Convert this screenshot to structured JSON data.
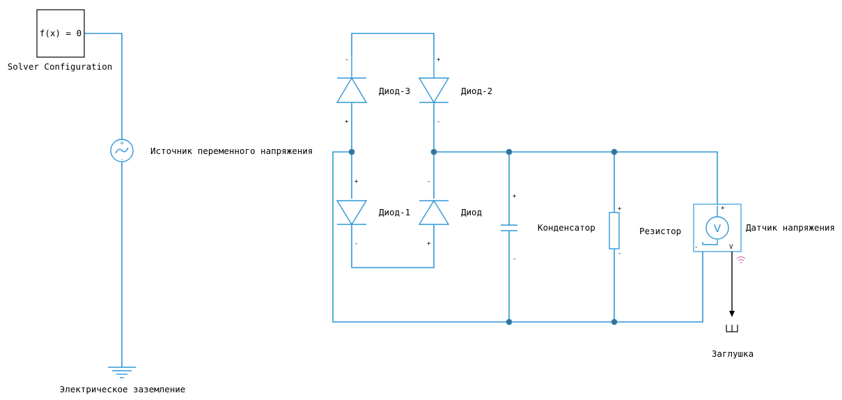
{
  "colors": {
    "wire": "#2f96d6",
    "node": "#3f6f8c",
    "block_border": "#000000",
    "signal": "#000000",
    "wifi": "#c060a0"
  },
  "blocks": {
    "solver": {
      "text": "f(x) = 0",
      "label": "Solver Configuration"
    },
    "ac_source": {
      "label": "Источник переменного напряжения",
      "icon": "ac-voltage-source-icon"
    },
    "ground": {
      "label": "Электрическое заземление",
      "icon": "electrical-ground-icon"
    },
    "diode3": {
      "label": "Диод-3",
      "icon": "diode-icon"
    },
    "diode2": {
      "label": "Диод-2",
      "icon": "diode-icon"
    },
    "diode1": {
      "label": "Диод-1",
      "icon": "diode-icon"
    },
    "diode": {
      "label": "Диод",
      "icon": "diode-icon"
    },
    "capacitor": {
      "label": "Конденсатор",
      "icon": "capacitor-icon"
    },
    "resistor": {
      "label": "Резистор",
      "icon": "resistor-icon"
    },
    "voltage_sensor": {
      "label": "Датчик напряжения",
      "symbol": "V",
      "port_out": "V"
    },
    "terminator": {
      "label": "Заглушка",
      "icon": "terminator-icon"
    }
  },
  "polarity": {
    "plus": "+",
    "minus": "-"
  }
}
